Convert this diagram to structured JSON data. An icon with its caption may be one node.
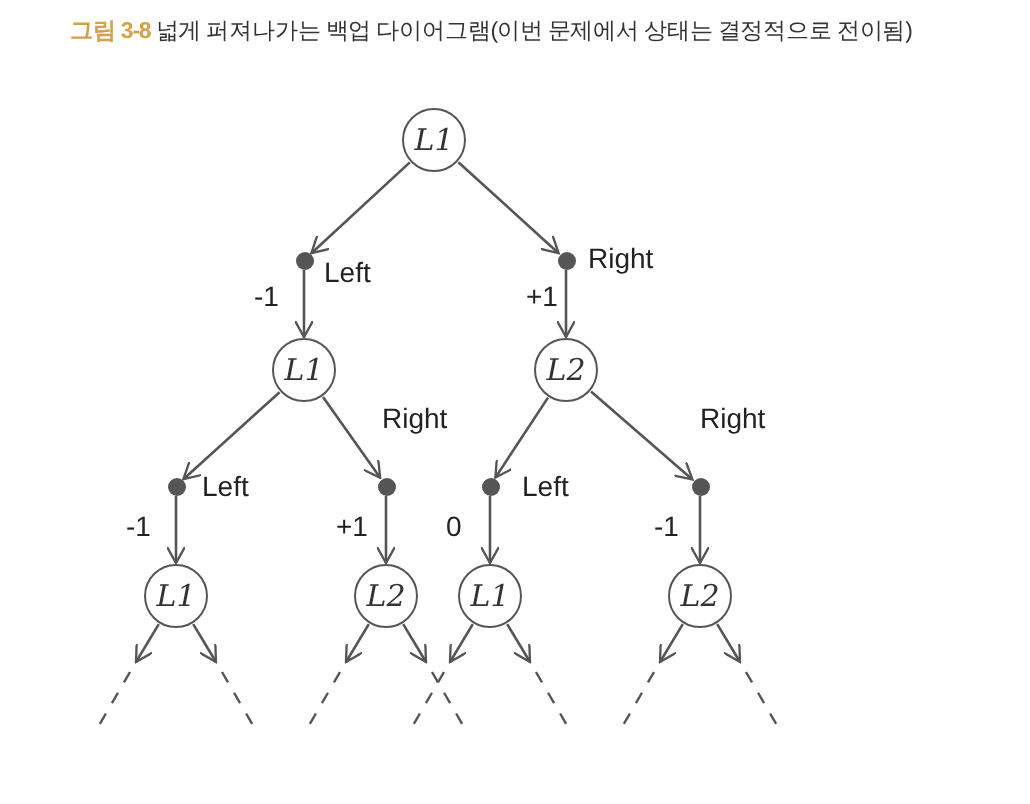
{
  "diagram": {
    "title": "**그림 3-8** 넓게 퍼져나가는 백업 다이어그램(이번 문제에서 상태는 결정적으로 전이됨)",
    "nodes": [
      {
        "text": [
          "L1"
        ]
      },
      {
        "text": [],
        "shape": "circle",
        "beside": [
          "Left"
        ]
      },
      {
        "text": [],
        "shape": "circle",
        "beside": [
          "Right"
        ]
      },
      {
        "text": [
          "L1"
        ]
      },
      {
        "text": [
          "L2"
        ]
      },
      {
        "text": [],
        "shape": "circle",
        "beside": [
          "Left"
        ]
      },
      {
        "text": [],
        "shape": "circle",
        "beside": [
          "Right"
        ]
      },
      {
        "text": [],
        "shape": "circle",
        "beside": [
          "Left"
        ]
      },
      {
        "text": [],
        "shape": "circle",
        "beside": [
          "Right"
        ]
      },
      {
        "text": [
          "L1"
        ]
      },
      {
        "text": [
          "L2"
        ]
      },
      {
        "text": [
          "L1"
        ]
      },
      {
        "text": [
          "L2"
        ]
      }
    ],
    "edges": [
      {
        "from": 0,
        "to": 1,
        "arrow": "to"
      },
      {
        "from": 0,
        "to": 2,
        "arrow": "to"
      },
      {
        "from": 1,
        "to": 3,
        "arrow": "to",
        "label": "-1"
      },
      {
        "from": 2,
        "to": 4,
        "arrow": "to",
        "label": "+1"
      },
      {
        "from": 3,
        "to": 5,
        "arrow": "to"
      },
      {
        "from": 3,
        "to": 6,
        "arrow": "to"
      },
      {
        "from": 4,
        "to": 7,
        "arrow": "to"
      },
      {
        "from": 4,
        "to": 8,
        "arrow": "to"
      },
      {
        "from": 5,
        "to": 9,
        "arrow": "to",
        "label": "-1"
      },
      {
        "from": 6,
        "to": 10,
        "arrow": "to",
        "label": "+1"
      },
      {
        "from": 7,
        "to": 11,
        "arrow": "to",
        "label": "0"
      },
      {
        "from": 8,
        "to": 12,
        "arrow": "to",
        "label": "-1"
      },
      {
        "from": 9,
        "to": null,
        "arrow": "to"
      },
      {
        "from": 9,
        "to": null,
        "arrow": "to"
      },
      {
        "from": 10,
        "to": null,
        "arrow": "to"
      },
      {
        "from": 10,
        "to": null,
        "arrow": "to"
      },
      {
        "from": 11,
        "to": null,
        "arrow": "to"
      },
      {
        "from": 11,
        "to": null,
        "arrow": "to"
      },
      {
        "from": 12,
        "to": null,
        "arrow": "to"
      },
      {
        "from": 12,
        "to": null,
        "arrow": "to"
      }
    ]
  }
}
